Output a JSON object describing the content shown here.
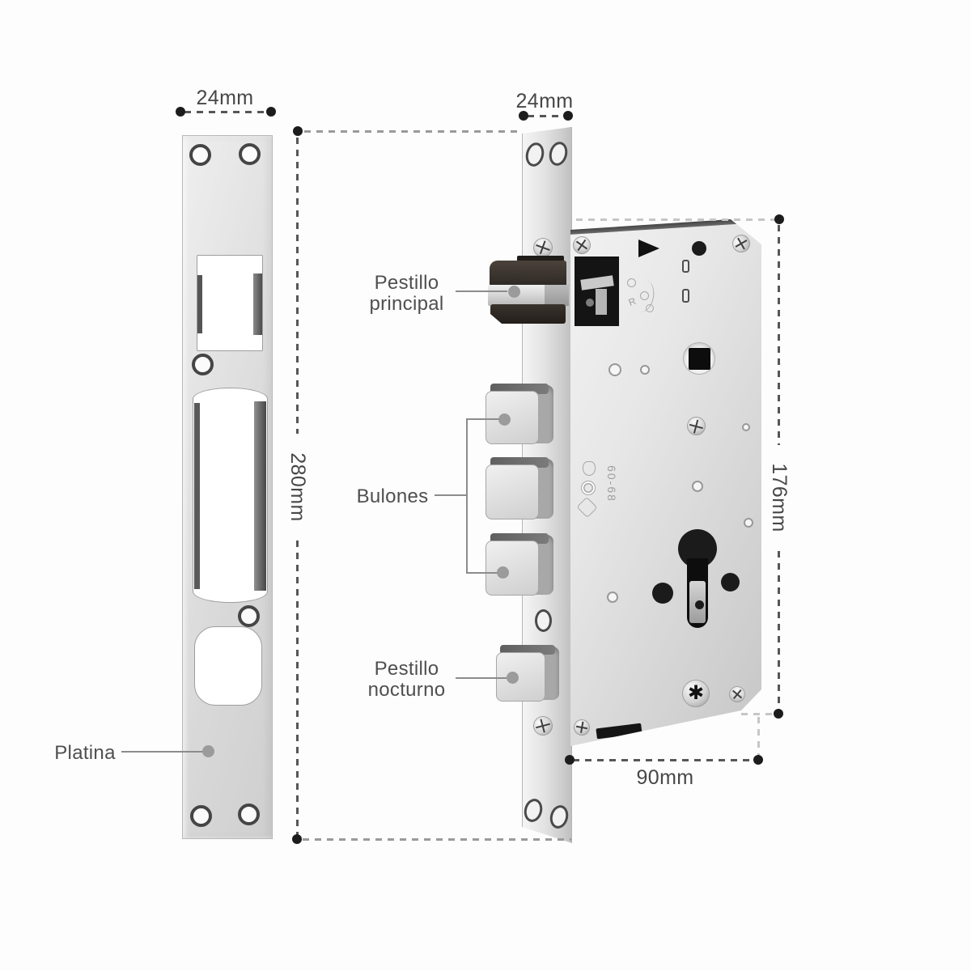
{
  "dimensions": {
    "plate_width": "24mm",
    "faceplate_width": "24mm",
    "plate_height": "280mm",
    "lock_body_height": "176mm",
    "lock_body_width": "90mm"
  },
  "labels": {
    "main_latch": {
      "line1": "Pestillo",
      "line2": "principal"
    },
    "bolts": "Bulones",
    "night_latch": {
      "line1": "Pestillo",
      "line2": "nocturno"
    },
    "plate": "Platina"
  },
  "engravings": {
    "size_mark": "60-68",
    "handing_letter": "R"
  },
  "icons": {
    "torx_screw_glyph": "✱"
  },
  "colors": {
    "dim_line": "#565656",
    "helper_line": "#c6c6c6",
    "dot_black": "#1c1c1c",
    "dot_gray": "#9b9b9b",
    "label_text": "#4f4f4f"
  }
}
